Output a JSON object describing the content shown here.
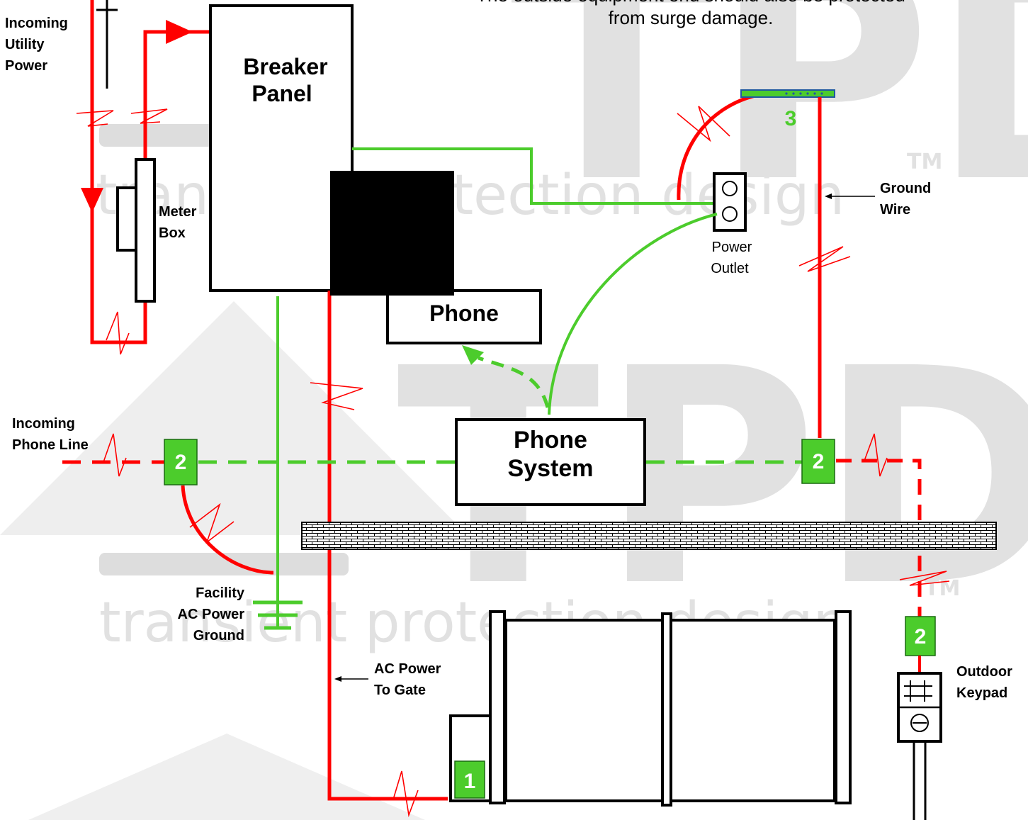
{
  "header_text": {
    "line1": "The outside equipment end should also be protected",
    "line2": "from surge damage."
  },
  "watermark": {
    "letters": "TPD",
    "tagline": "transient protection design",
    "trademark": "TM"
  },
  "labels": {
    "utility_power": [
      "Incoming",
      "Utility",
      "Power"
    ],
    "meter_box": [
      "Meter",
      "Box"
    ],
    "breaker_panel": [
      "Breaker",
      "Panel"
    ],
    "phone": "Phone",
    "power_outlet": [
      "Power",
      "Outlet"
    ],
    "ground_wire": [
      "Ground",
      "Wire"
    ],
    "incoming_phone_line": [
      "Incoming",
      "Phone Line"
    ],
    "phone_system": [
      "Phone",
      "System"
    ],
    "facility_ground": [
      "Facility",
      "AC Power",
      "Ground"
    ],
    "ac_power_to_gate": [
      "AC Power",
      "To Gate"
    ],
    "outdoor_keypad": [
      "Outdoor",
      "Keypad"
    ]
  },
  "badges": {
    "gate_protector": "1",
    "phone_line_protector": "2",
    "phone_line_protector_right": "2",
    "keypad_protector": "2",
    "surge_strip": "3"
  },
  "colors": {
    "power_line": "#ff0000",
    "signal_line": "#4ccc2c",
    "badge": "#4ccc2c",
    "watermark": "#e1e1e1"
  }
}
